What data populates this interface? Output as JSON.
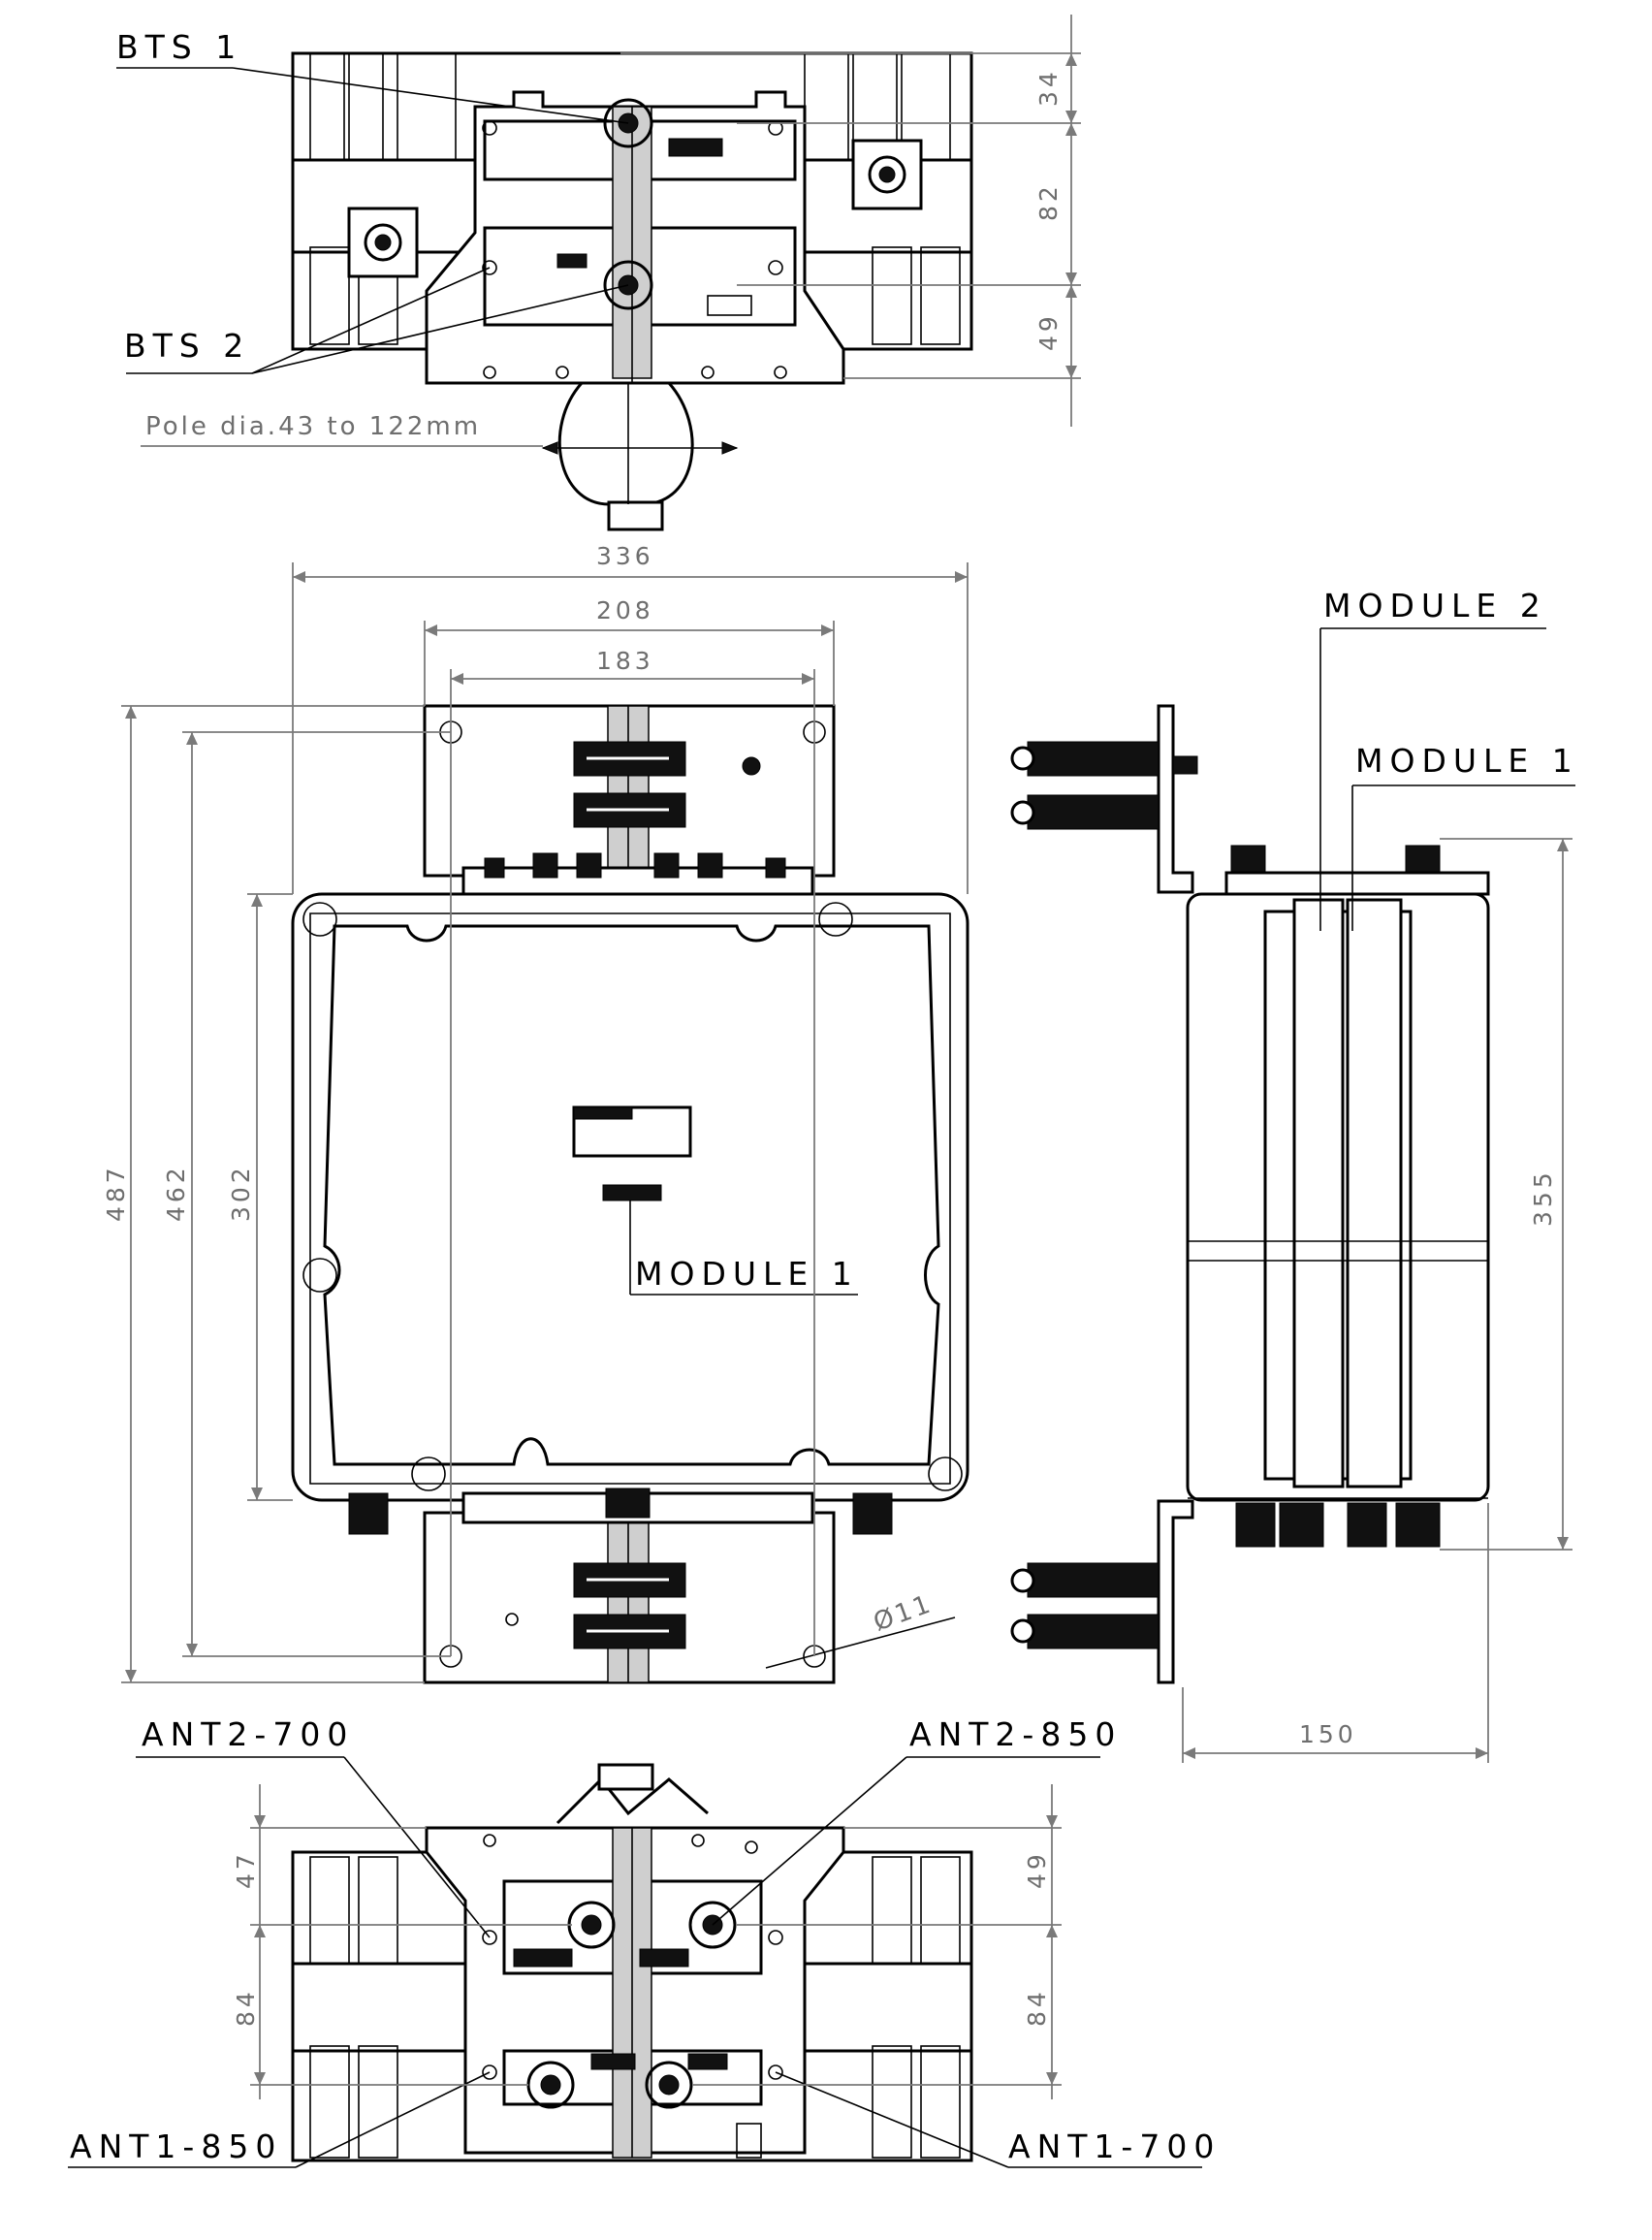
{
  "labels": {
    "bts1": "BTS 1",
    "bts2": "BTS 2",
    "pole": "Pole dia.43 to 122mm",
    "module2_side": "MODULE 2",
    "module1_side": "MODULE 1",
    "module1_front": "MODULE 1",
    "ant2_700": "ANT2-700",
    "ant2_850": "ANT2-850",
    "ant1_850": "ANT1-850",
    "ant1_700": "ANT1-700",
    "hole_dia": "Ø11"
  },
  "dimensions": {
    "top_34": "34",
    "top_82": "82",
    "top_49": "49",
    "w_336": "336",
    "w_208": "208",
    "w_183": "183",
    "h_487": "487",
    "h_462": "462",
    "h_302": "302",
    "h_355": "355",
    "d_150": "150",
    "bot_47": "47",
    "bot_84_left": "84",
    "bot_49": "49",
    "bot_84_right": "84"
  },
  "colors": {
    "line": "#000000",
    "dimension": "#7a7a7a",
    "background": "#ffffff"
  }
}
